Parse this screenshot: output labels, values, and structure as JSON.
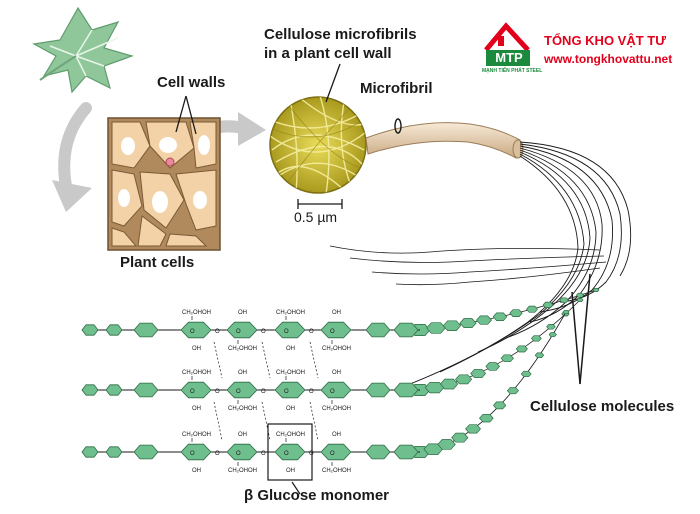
{
  "labels": {
    "cell_walls": "Cell walls",
    "plant_cells": "Plant cells",
    "microfibrils_line1": "Cellulose microfibrils",
    "microfibrils_line2": "in a plant cell wall",
    "microfibril": "Microfibril",
    "scale_bar": "0.5 µm",
    "cellulose_molecules": "Cellulose molecules",
    "glucose_monomer": "β Glucose monomer"
  },
  "brand": {
    "logo_text": "MTP",
    "logo_subtext": "MẠNH TIẾN PHÁT STEEL",
    "name": "TỔNG KHO VẬT TƯ",
    "url": "www.tongkhovattu.net",
    "color_primary": "#e3001b",
    "color_secondary": "#1b8a3c"
  },
  "chem": {
    "ch2oh": "CH₂OH",
    "oh": "OH",
    "o": "O"
  },
  "colors": {
    "leaf": "#8fc79a",
    "cell_wall": "#b08a5c",
    "cytoplasm": "#f3d2a8",
    "micrograph": "#d8c232",
    "fiber": "#e6cfb0",
    "ring": "#6fbf8e",
    "arrow": "#c9c9c9"
  }
}
